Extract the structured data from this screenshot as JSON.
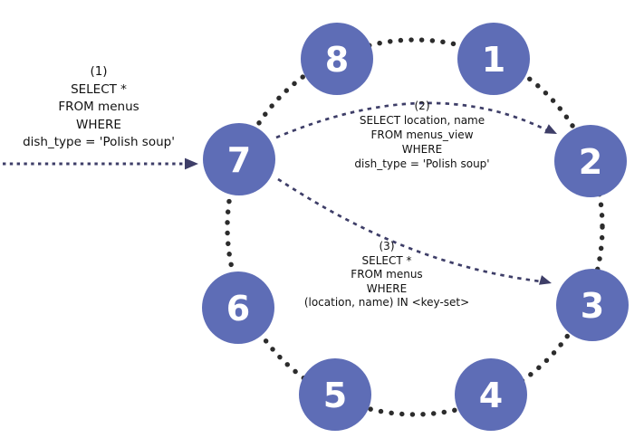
{
  "diagram": {
    "type": "ring-topology",
    "colors": {
      "background": "#ffffff",
      "node_fill": "#5e6db6",
      "node_label": "#ffffff",
      "ring_dot": "#2c2c2c",
      "arrow": "#3e3e68",
      "text": "#111111"
    },
    "nodes": [
      {
        "label": "1"
      },
      {
        "label": "2"
      },
      {
        "label": "3"
      },
      {
        "label": "4"
      },
      {
        "label": "5"
      },
      {
        "label": "6"
      },
      {
        "label": "7"
      },
      {
        "label": "8"
      }
    ],
    "queries": [
      {
        "step": "(1)",
        "text": "(1)\nSELECT *\nFROM menus\nWHERE\ndish_type = 'Polish soup'"
      },
      {
        "step": "(2)",
        "text": "(2)\nSELECT location, name\nFROM menus_view\nWHERE\ndish_type = 'Polish soup'"
      },
      {
        "step": "(3)",
        "text": "(3)\nSELECT *\nFROM menus\nWHERE\n(location, name) IN <key-set>"
      }
    ]
  }
}
